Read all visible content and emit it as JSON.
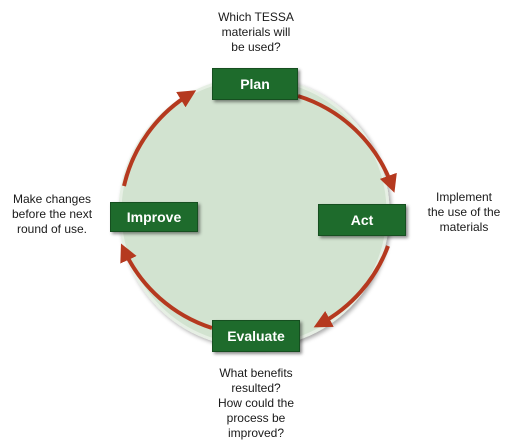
{
  "stages": {
    "plan": "Plan",
    "act": "Act",
    "evaluate": "Evaluate",
    "improve": "Improve"
  },
  "notes": {
    "plan": [
      "Which TESSA",
      "materials will",
      "be used?"
    ],
    "act": [
      "Implement",
      "the use of the",
      "materials"
    ],
    "evaluate": [
      "What benefits",
      "resulted?",
      "How could the",
      "process be",
      "improved?"
    ],
    "improve": [
      "Make changes",
      "before the next",
      "round of use."
    ]
  },
  "colors": {
    "circle_fill": "#d2e3d0",
    "box_fill": "#1e6b2c",
    "arrow": "#b5391f"
  },
  "arrow_directions": [
    "plan-to-act",
    "act-to-evaluate",
    "evaluate-to-improve",
    "improve-to-plan"
  ]
}
